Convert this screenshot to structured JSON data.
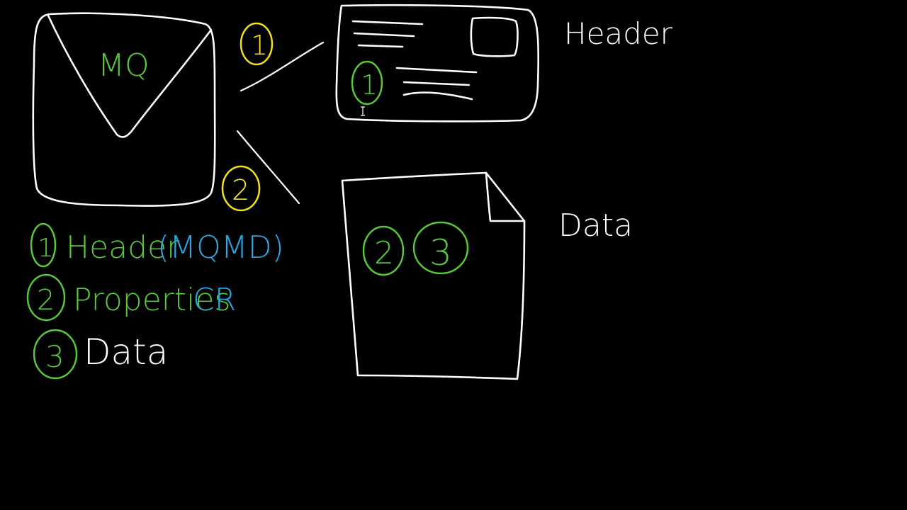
{
  "colors": {
    "background": "#000000",
    "white": "#ffffff",
    "yellow": "#f2e21d",
    "green": "#58c83a",
    "blue": "#2aa6e0"
  },
  "envelope": {
    "label": "MQ"
  },
  "steps": {
    "one": "1",
    "two": "2",
    "three": "3"
  },
  "labels": {
    "header": "Header",
    "data": "Data"
  },
  "legend": {
    "item1": {
      "num": "1",
      "text": "Header",
      "extra": "(MQMD)"
    },
    "item2": {
      "num": "2",
      "text": "Properties",
      "extra": "CR"
    },
    "item3": {
      "num": "3",
      "text": "Data"
    }
  }
}
